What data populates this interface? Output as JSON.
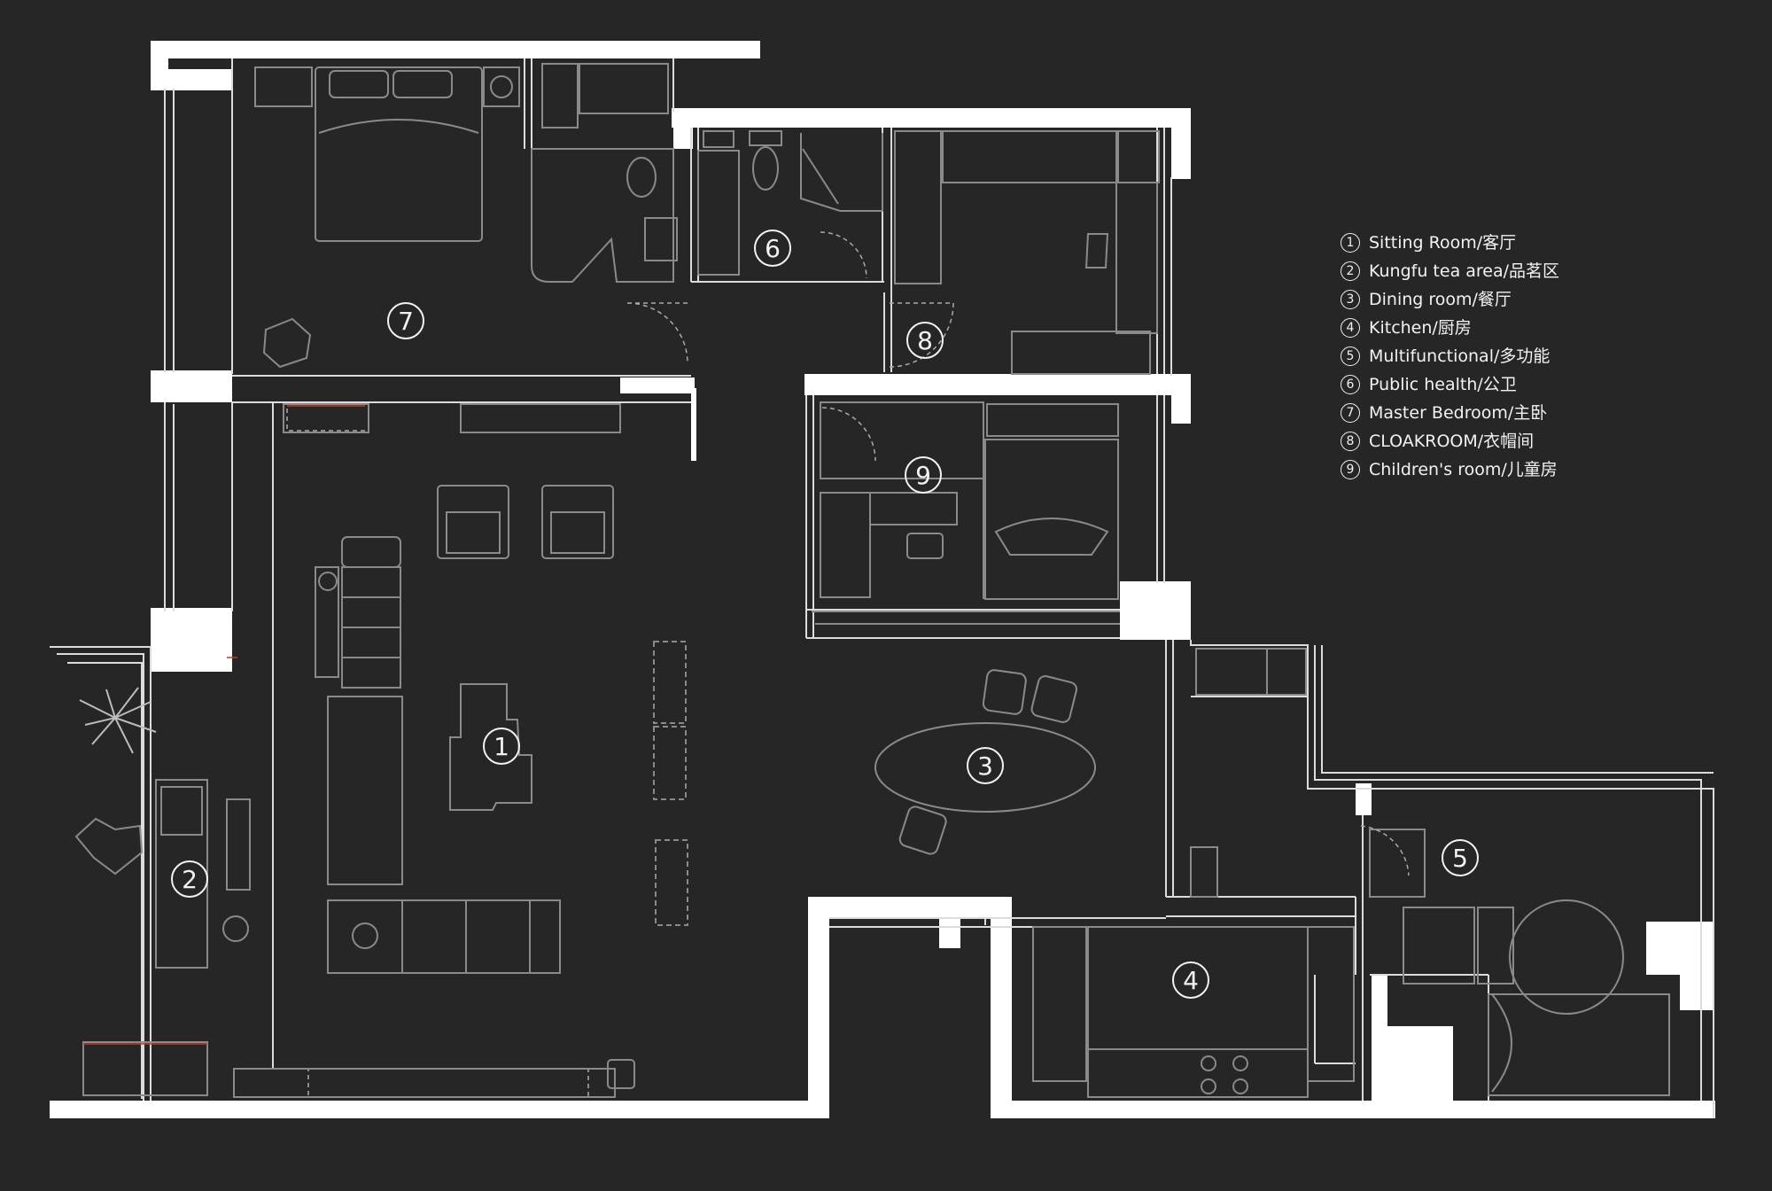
{
  "colors": {
    "background": "#262626",
    "wall": "#ffffff",
    "furniture_line": "#8a8a8a",
    "text": "#f2f2f2",
    "accent_line": "#c0392b"
  },
  "room_markers": [
    {
      "id": "1"
    },
    {
      "id": "2"
    },
    {
      "id": "3"
    },
    {
      "id": "4"
    },
    {
      "id": "5"
    },
    {
      "id": "6"
    },
    {
      "id": "7"
    },
    {
      "id": "8"
    },
    {
      "id": "9"
    }
  ],
  "legend": [
    {
      "num": "1",
      "label": "Sitting Room/客厅"
    },
    {
      "num": "2",
      "label": "Kungfu tea area/品茗区"
    },
    {
      "num": "3",
      "label": "Dining room/餐厅"
    },
    {
      "num": "4",
      "label": "Kitchen/厨房"
    },
    {
      "num": "5",
      "label": "Multifunctional/多功能"
    },
    {
      "num": "6",
      "label": "Public health/公卫"
    },
    {
      "num": "7",
      "label": "Master Bedroom/主卧"
    },
    {
      "num": "8",
      "label": "CLOAKROOM/衣帽间"
    },
    {
      "num": "9",
      "label": "Children's room/儿童房"
    }
  ]
}
